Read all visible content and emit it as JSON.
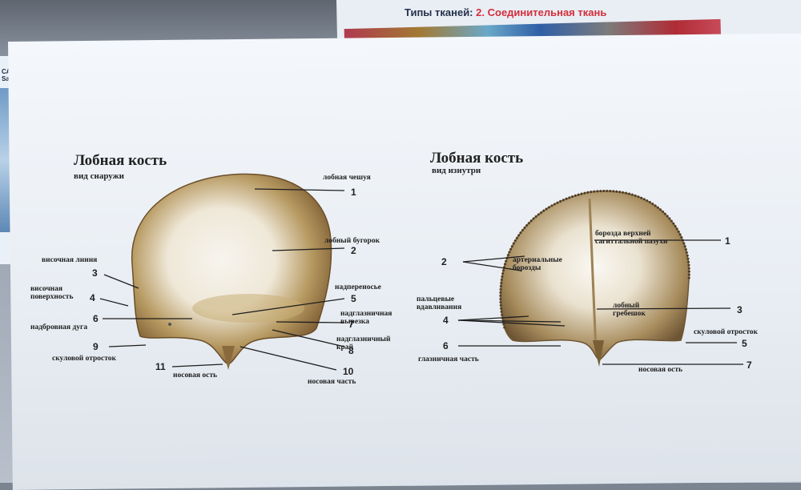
{
  "header": {
    "prefix": "Типы тканей:",
    "number": "2.",
    "topic": "Соединительная ткань"
  },
  "tab": {
    "line1": "САГИТТАЛЬ",
    "line2": "Sagitta ("
  },
  "left": {
    "title": "Лобная кость",
    "subtitle": "вид снаружи",
    "labels": [
      "лобная чешуя",
      "лобный бугорок",
      "надпереносье",
      "надглазничная вырезка",
      "надглазничный край",
      "височная линия",
      "височная поверхность",
      "надбровная дуга",
      "скуловой отросток",
      "носовая ость",
      "носовая часть"
    ],
    "numbers": [
      "1",
      "2",
      "3",
      "4",
      "5",
      "6",
      "7",
      "8",
      "9",
      "10",
      "11"
    ]
  },
  "right": {
    "title": "Лобная кость",
    "subtitle": "вид изнутри",
    "labels": [
      "борозда верхней сагиттальной пазухи",
      "артериальные борозды",
      "пальцевые вдавливания",
      "лобный гребешок",
      "скуловой отросток",
      "глазничная часть",
      "носовая ость"
    ],
    "numbers": [
      "1",
      "2",
      "3",
      "4",
      "5",
      "6",
      "7"
    ]
  },
  "colors": {
    "bone_light": "#f3eee4",
    "bone_dark": "#8a6a3c",
    "accent": "#d42d3b"
  }
}
